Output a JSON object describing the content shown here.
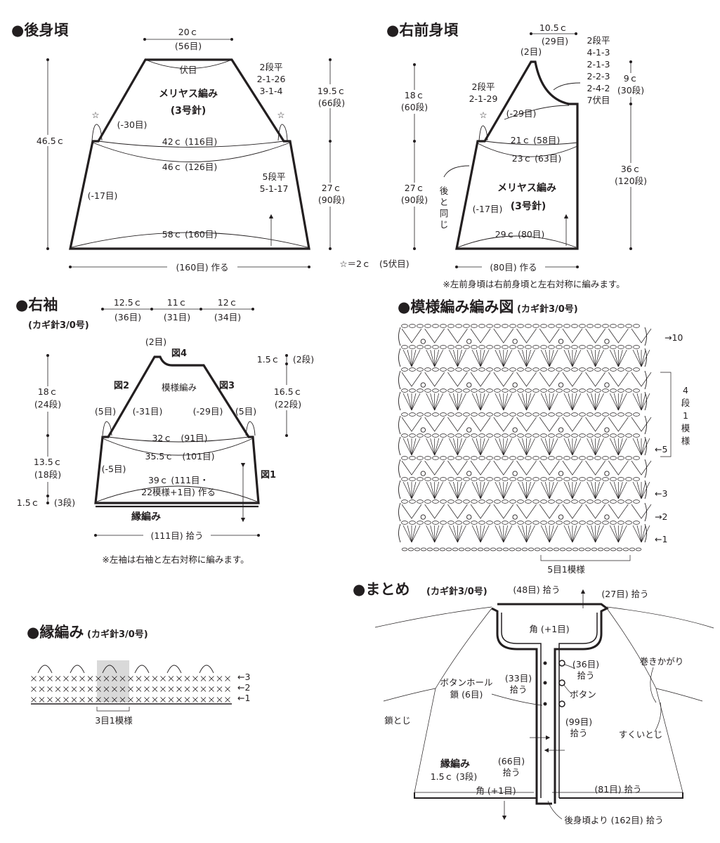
{
  "back": {
    "title": "●後身頃",
    "top_width": "20ｃ",
    "top_sts": "(56目)",
    "bind": "伏目",
    "pattern": "メリヤス編み",
    "needle": "(3号針)",
    "shaping_1": "2段平",
    "shaping_2": "2-1-26",
    "shaping_3": "3-1-4",
    "height_total": "46.5ｃ",
    "upper_h": "19.5ｃ",
    "upper_rows": "(66段)",
    "lower_h": "27ｃ",
    "lower_rows": "(90段)",
    "star_l": "☆",
    "star_r": "☆",
    "dec_upper": "(-30目)",
    "dec_lower": "(-17目)",
    "w42": "42ｃ (116目)",
    "w46": "46ｃ (126目)",
    "side_1": "5段平",
    "side_2": "5-1-17",
    "w58": "58ｃ (160目)",
    "cast_on": "(160目) 作る",
    "star_note": "☆＝2ｃ　(5伏目)"
  },
  "front": {
    "title": "●右前身頃",
    "top_width": "10.5ｃ",
    "top_sts": "(29目)",
    "top_2": "(2目)",
    "neck_1": "2段平",
    "neck_2": "4-1-3",
    "neck_3": "2-1-3",
    "neck_4": "2-2-3",
    "neck_5": "2-4-2",
    "neck_6": "7伏目",
    "neck_h": "9ｃ",
    "neck_rows": "(30段)",
    "sh_1": "2段平",
    "sh_2": "2-1-29",
    "h18": "18ｃ",
    "rows60": "(60段)",
    "star": "☆",
    "dec29": "(-29目)",
    "w21": "21ｃ (58目)",
    "w23": "23ｃ (63目)",
    "h36": "36ｃ",
    "rows120": "(120段)",
    "same_1": "後",
    "same_2": "と",
    "same_3": "同",
    "same_4": "じ",
    "h27": "27ｃ",
    "rows90": "(90段)",
    "pattern": "メリヤス編み",
    "needle": "(3号針)",
    "dec17": "(-17目)",
    "w29": "29ｃ (80目)",
    "cast_on": "(80目) 作る",
    "note": "※左前身頃は右前身頃と左右対称に編みます。"
  },
  "sleeve": {
    "title": "●右袖",
    "hook": "(カギ針3/0号)",
    "w1": "12.5ｃ",
    "s1": "(36目)",
    "w2": "11ｃ",
    "s2": "(31目)",
    "w3": "12ｃ",
    "s3": "(34目)",
    "top": "(2目)",
    "fig4": "図4",
    "fig2": "図2",
    "fig3": "図3",
    "pattern": "模様編み",
    "h15": "1.5ｃ",
    "r2": "(2段)",
    "h16": "16.5ｃ",
    "r22": "(22段)",
    "h18": "18ｃ",
    "r24": "(24段)",
    "m5l": "(5目)",
    "d31": "(-31目)",
    "d29": "(-29目)",
    "m5r": "(5目)",
    "w32": "32ｃ　(91目)",
    "w35": "35.5ｃ　(101目)",
    "h13": "13.5ｃ",
    "r18": "(18段)",
    "dm5": "(-5目)",
    "w39a": "39ｃ (111目・",
    "w39b": "22模様+1目) 作る",
    "fig1": "図1",
    "h1": "1.5ｃ",
    "r3": "(3段)",
    "edge": "縁編み",
    "pick": "(111目) 拾う",
    "note": "※左袖は右袖と左右対称に編みます。"
  },
  "pattern_chart": {
    "title": "●模様編み編み図",
    "hook": "(カギ針3/0号)",
    "r10": "→10",
    "rep_1": "4",
    "rep_2": "段",
    "rep_3": "1",
    "rep_4": "模",
    "rep_5": "様",
    "r5": "←5",
    "r3": "←3",
    "r2": "→2",
    "r1": "←1",
    "repeat": "5目1模様"
  },
  "edging": {
    "title": "●縁編み",
    "hook": "(カギ針3/0号)",
    "r3": "←3",
    "r2": "←2",
    "r1": "←1",
    "repeat": "3目1模様"
  },
  "assembly": {
    "title": "●まとめ",
    "hook": "(カギ針3/0号)",
    "p48": "(48目) 拾う",
    "p27": "(27目) 拾う",
    "corner_top": "角 (+1目)",
    "p36a": "(36目)",
    "p36b": "拾う",
    "whip": "巻きかがり",
    "bh_1": "ボタンホール",
    "bh_2": "鎖 (6目)",
    "p33a": "(33目)",
    "p33b": "拾う",
    "button": "ボタン",
    "chain_join": "鎖とじ",
    "p99a": "(99目)",
    "p99b": "拾う",
    "slip": "すくいとじ",
    "edge": "縁編み",
    "edge_h": "1.5ｃ (3段)",
    "p66a": "(66目)",
    "p66b": "拾う",
    "corner_bot": "角 (+1目)",
    "p81": "(81目) 拾う",
    "p162": "後身頃より (162目) 拾う"
  },
  "colors": {
    "ink": "#231f20",
    "highlight": "#d9d9d9"
  }
}
